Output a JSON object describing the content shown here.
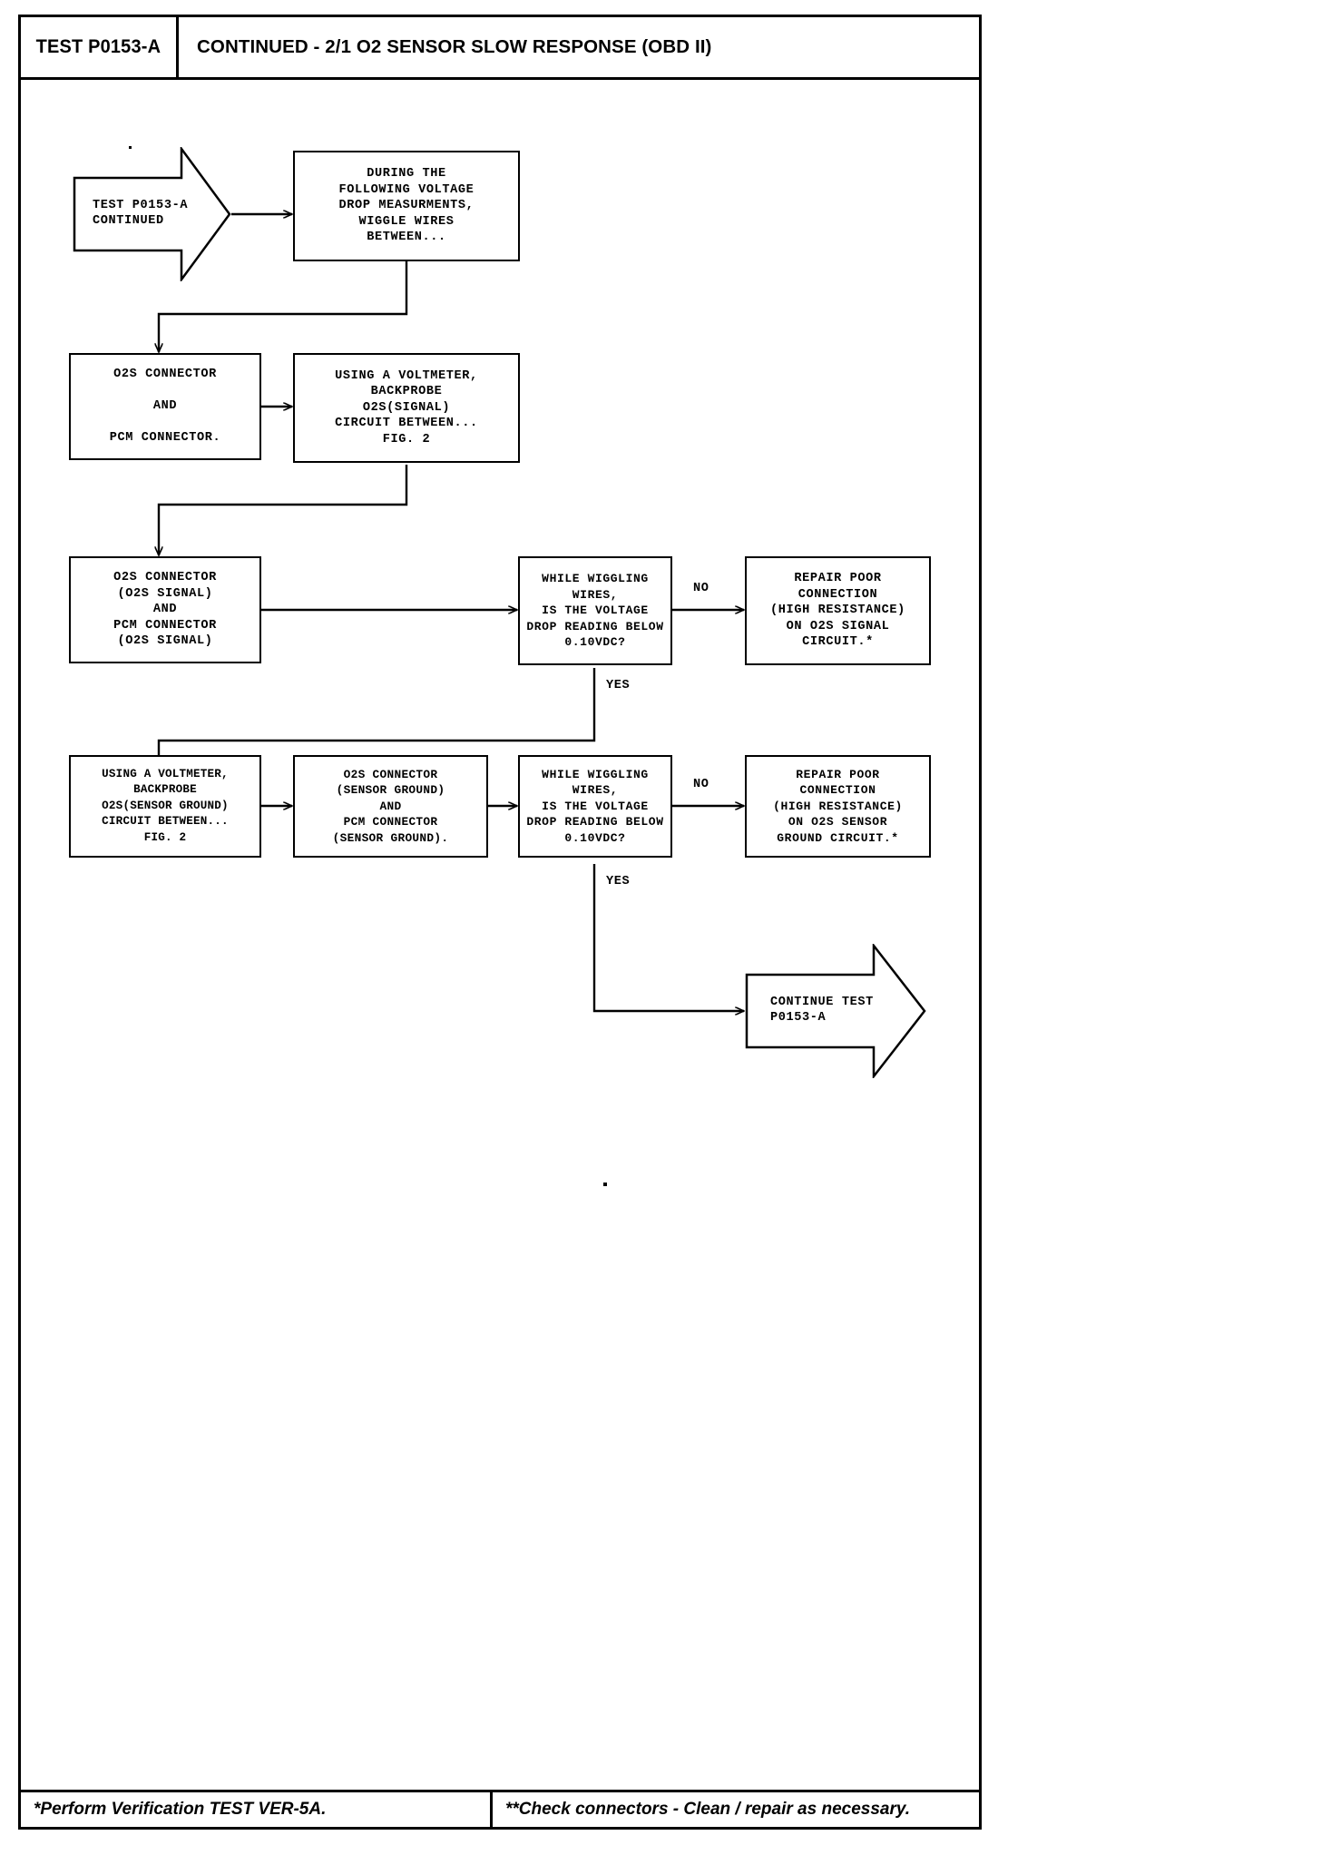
{
  "header": {
    "test_code": "TEST P0153-A",
    "title": "CONTINUED - 2/1 O2 SENSOR SLOW RESPONSE (OBD II)"
  },
  "footer": {
    "left_note": "*Perform Verification TEST VER-5A.",
    "right_note": "**Check connectors - Clean / repair as necessary."
  },
  "flowchart": {
    "nodes": [
      {
        "id": "start",
        "shape": "arrow-right",
        "text": "TEST P0153-A\nCONTINUED"
      },
      {
        "id": "during",
        "shape": "box",
        "text": "DURING THE\nFOLLOWING VOLTAGE\nDROP MEASURMENTS,\nWIGGLE WIRES\nBETWEEN..."
      },
      {
        "id": "o2s-pcm",
        "shape": "box",
        "text": "O2S CONNECTOR\n\nAND\n\nPCM CONNECTOR."
      },
      {
        "id": "voltmeter-signal",
        "shape": "box",
        "text": "USING A VOLTMETER,\nBACKPROBE\nO2S(SIGNAL)\nCIRCUIT BETWEEN...\nFIG. 2"
      },
      {
        "id": "signal-pair",
        "shape": "box",
        "text": "O2S CONNECTOR\n(O2S SIGNAL)\nAND\nPCM CONNECTOR\n(O2S SIGNAL)"
      },
      {
        "id": "wiggle-q1",
        "shape": "box",
        "text": "WHILE WIGGLING\nWIRES,\nIS THE VOLTAGE\nDROP READING BELOW\n0.10VDC?"
      },
      {
        "id": "repair-signal",
        "shape": "box",
        "text": "REPAIR POOR\nCONNECTION\n(HIGH RESISTANCE)\nON O2S SIGNAL\nCIRCUIT.*"
      },
      {
        "id": "voltmeter-ground",
        "shape": "box",
        "text": "USING A VOLTMETER,\nBACKPROBE\nO2S(SENSOR GROUND)\nCIRCUIT BETWEEN...\nFIG. 2"
      },
      {
        "id": "ground-pair",
        "shape": "box",
        "text": "O2S CONNECTOR\n(SENSOR GROUND)\nAND\nPCM CONNECTOR\n(SENSOR GROUND)."
      },
      {
        "id": "wiggle-q2",
        "shape": "box",
        "text": "WHILE WIGGLING\nWIRES,\nIS THE VOLTAGE\nDROP READING BELOW\n0.10VDC?"
      },
      {
        "id": "repair-ground",
        "shape": "box",
        "text": "REPAIR POOR\nCONNECTION\n(HIGH RESISTANCE)\nON O2S SENSOR\nGROUND CIRCUIT.*"
      },
      {
        "id": "continue",
        "shape": "arrow-right",
        "text": "CONTINUE TEST\nP0153-A"
      }
    ],
    "edge_labels": {
      "no_1": "NO",
      "yes_1": "YES",
      "no_2": "NO",
      "yes_2": "YES"
    }
  },
  "colors": {
    "ink": "#000000",
    "paper": "#ffffff"
  }
}
